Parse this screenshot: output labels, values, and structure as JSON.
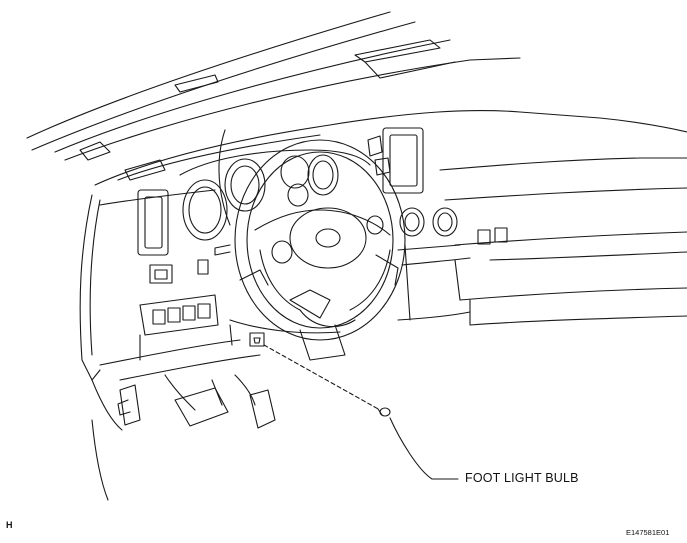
{
  "callout": {
    "label": "FOOT LIGHT BULB"
  },
  "corner_left": "H",
  "figure_code": "E147581E01"
}
